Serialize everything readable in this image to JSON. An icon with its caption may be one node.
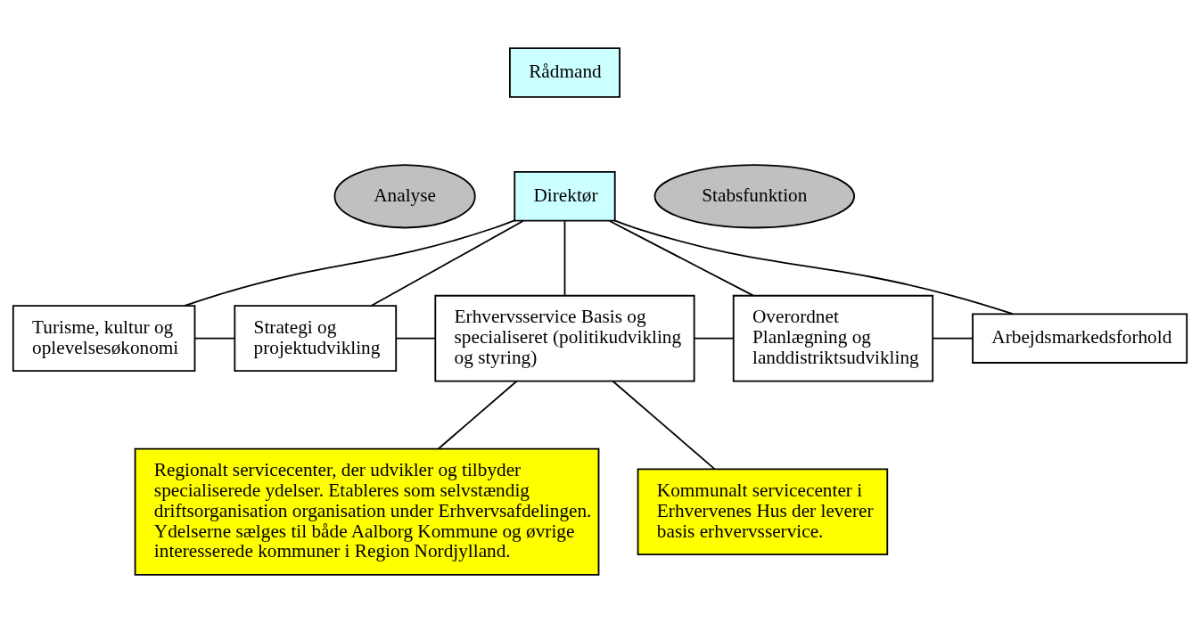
{
  "diagram": {
    "nodes": [
      {
        "text": [
          "Rådmand"
        ]
      },
      {
        "text": [
          "Analyse"
        ]
      },
      {
        "text": [
          "Direktør"
        ]
      },
      {
        "text": [
          "Stabsfunktion"
        ]
      },
      {
        "text": [
          "Turisme, kultur og oplevelsesøkonomi"
        ]
      },
      {
        "text": [
          "Strategi og projektudvikling"
        ]
      },
      {
        "text": [
          "Erhvervsservice Basis og specialiseret (politikudvikling og styring)"
        ]
      },
      {
        "text": [
          "Overordnet Planlægning og landdistriktsudvikling"
        ]
      },
      {
        "text": [
          "Arbejdsmarkedsforhold"
        ]
      },
      {
        "text": [
          "Regionalt servicecenter, der udvikler og tilbyder specialiserede ydelser. Etableres som selvstændig driftsorganisation organisation under Erhvervsafdelingen. Ydelserne sælges til både Aalborg Kommune og øvrige interesserede kommuner i Region Nordjylland."
        ]
      },
      {
        "text": [
          "Kommunalt servicecenter i Erhvervenes Hus der leverer basis erhvervsservice."
        ]
      }
    ],
    "edges": [
      {
        "from": 2,
        "to": 4,
        "arrow": "none"
      },
      {
        "from": 2,
        "to": 5,
        "arrow": "none"
      },
      {
        "from": 2,
        "to": 6,
        "arrow": "none"
      },
      {
        "from": 2,
        "to": 7,
        "arrow": "none"
      },
      {
        "from": 2,
        "to": 8,
        "arrow": "none"
      },
      {
        "from": 4,
        "to": 5,
        "arrow": "none"
      },
      {
        "from": 5,
        "to": 6,
        "arrow": "none"
      },
      {
        "from": 6,
        "to": 7,
        "arrow": "none"
      },
      {
        "from": 7,
        "to": 8,
        "arrow": "none"
      },
      {
        "from": 6,
        "to": 9,
        "arrow": "none"
      },
      {
        "from": 6,
        "to": 10,
        "arrow": "none"
      }
    ]
  }
}
